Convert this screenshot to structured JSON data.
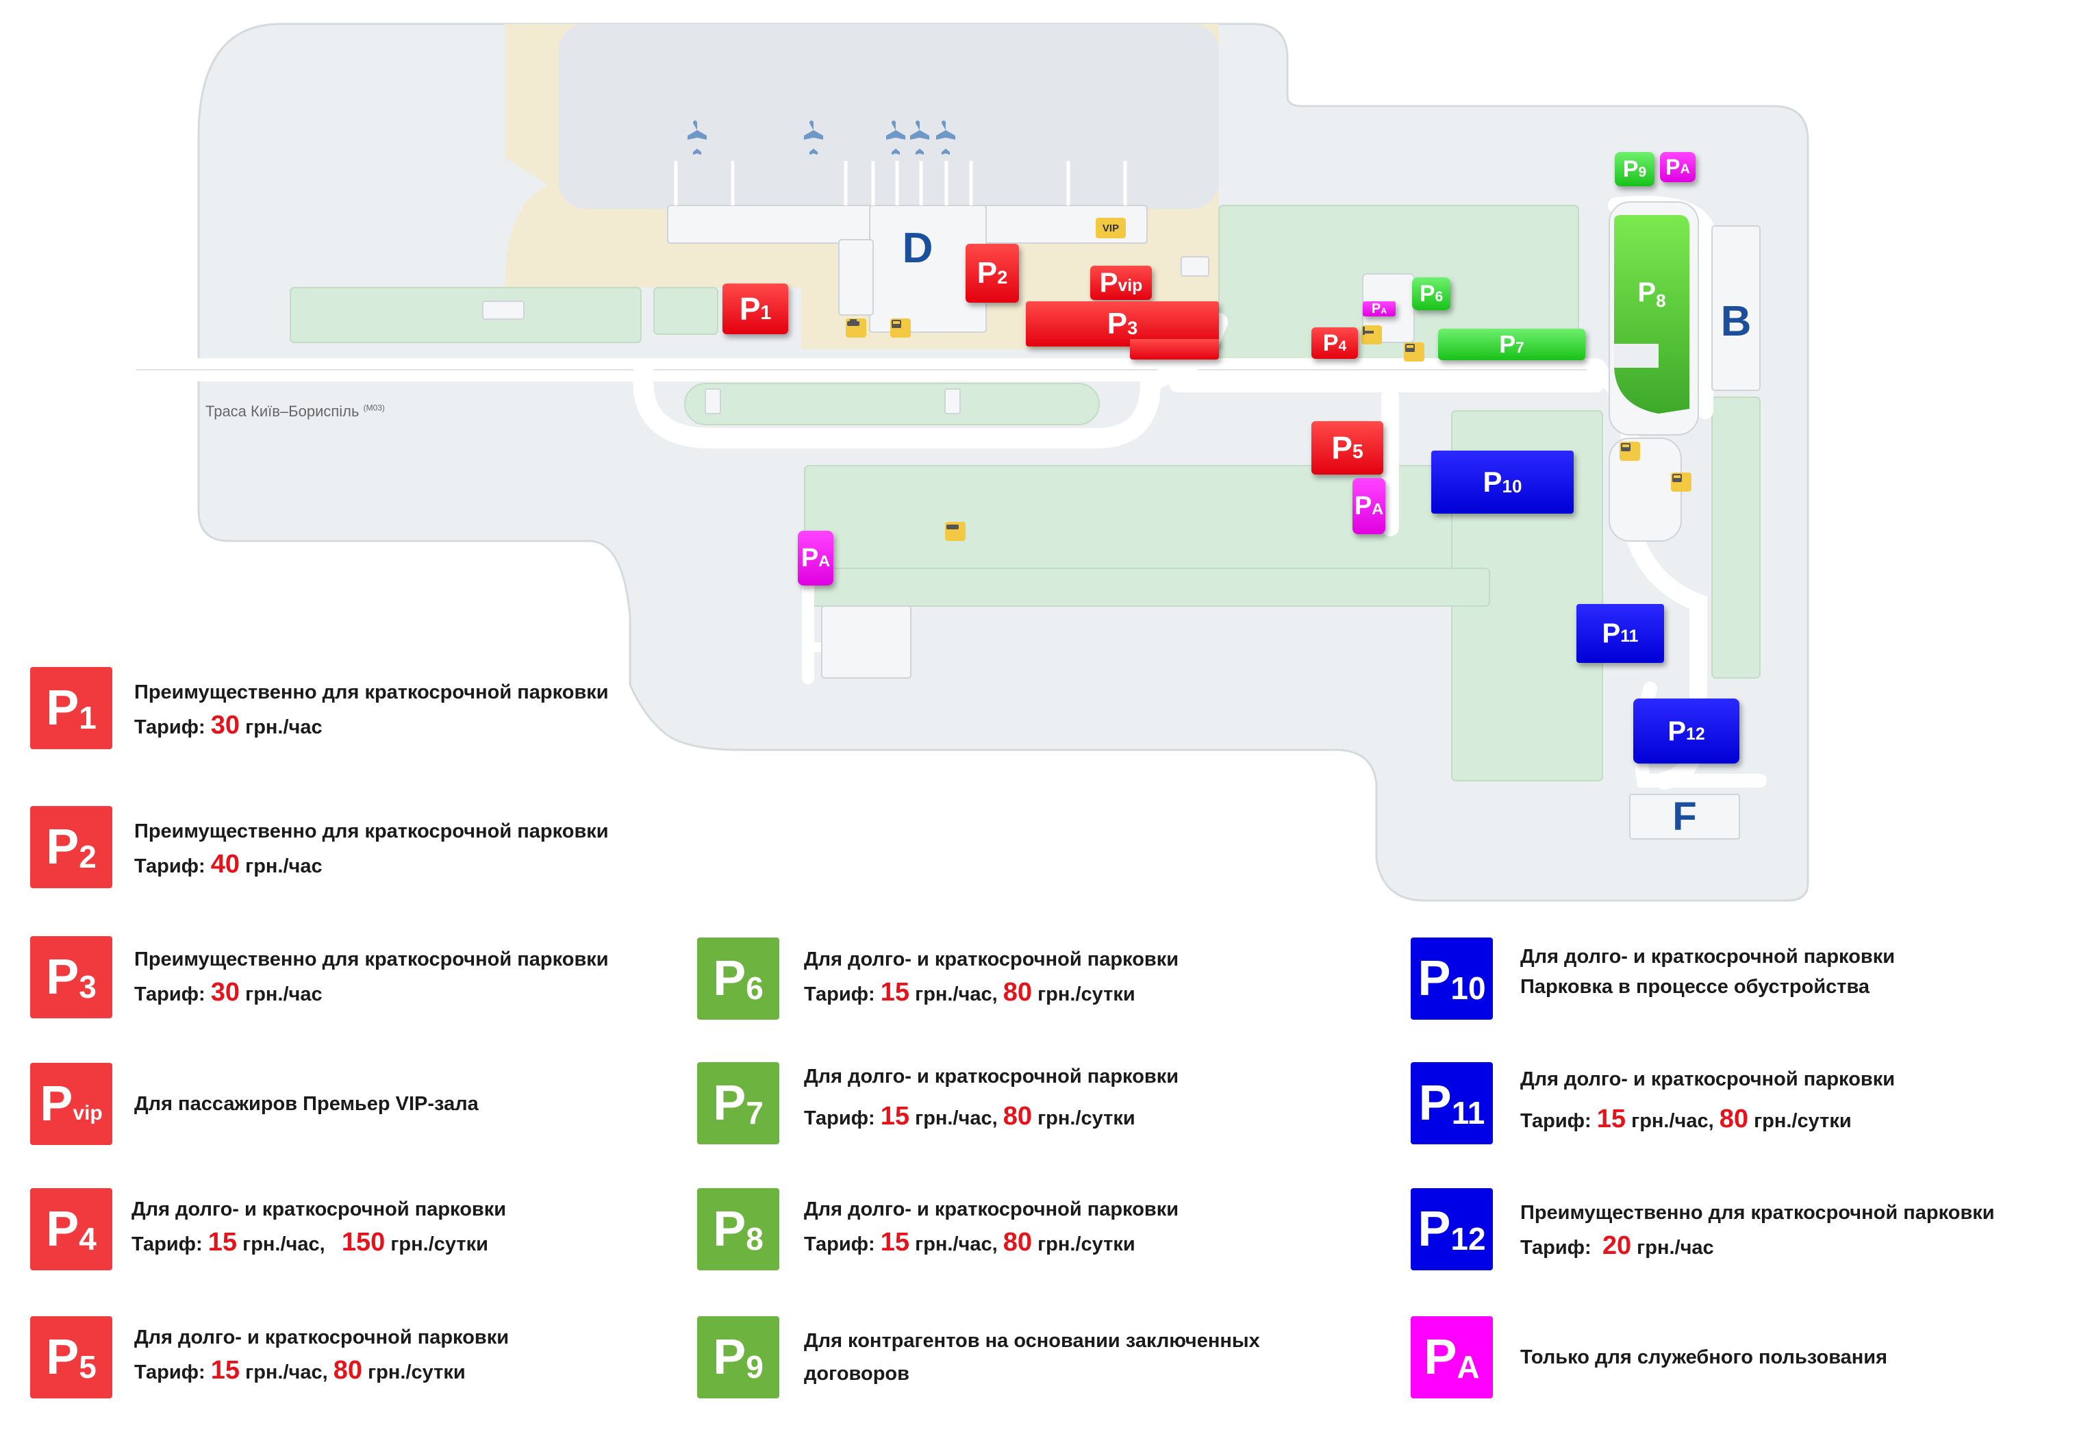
{
  "map": {
    "terminal_d": "D",
    "terminal_b": "B",
    "terminal_f": "F",
    "vip_badge": "VIP",
    "road_label": "Траса Київ–Бориспіль",
    "road_code": "(М03)",
    "colors": {
      "ground": "#eceff1",
      "apron": "#f3ead2",
      "green_area": "#d6ebd9",
      "road": "#ffffff",
      "building": "#f5f6f8",
      "terminal_text": "#1b4f9c"
    },
    "parking_labels": {
      "p1": {
        "p": "P",
        "sub": "1"
      },
      "p2": {
        "p": "P",
        "sub": "2"
      },
      "pvip": {
        "p": "P",
        "sub": "vip"
      },
      "p3": {
        "p": "P",
        "sub": "3"
      },
      "p4": {
        "p": "P",
        "sub": "4"
      },
      "pa_small": {
        "p": "P",
        "sub": "A"
      },
      "p6": {
        "p": "P",
        "sub": "6"
      },
      "p7": {
        "p": "P",
        "sub": "7"
      },
      "p9": {
        "p": "P",
        "sub": "9"
      },
      "pa_top": {
        "p": "P",
        "sub": "A"
      },
      "p8": {
        "p": "P",
        "sub": "8"
      },
      "p5": {
        "p": "P",
        "sub": "5"
      },
      "pa_mid": {
        "p": "P",
        "sub": "A"
      },
      "p10": {
        "p": "P",
        "sub": "10"
      },
      "pa_left": {
        "p": "P",
        "sub": "A"
      },
      "p11": {
        "p": "P",
        "sub": "11"
      },
      "p12": {
        "p": "P",
        "sub": "12"
      }
    }
  },
  "legend": {
    "colors": {
      "short_term": "#f03a3e",
      "long_short": "#6db33f",
      "long_short_blue": "#0000e6",
      "service": "#ff00ff",
      "price": "#e3141b"
    },
    "items": {
      "p1": {
        "p": "P",
        "sub": "1",
        "line1": "Преимущественно для краткосрочной парковки",
        "tariff_label": "Тариф:",
        "price1": "30",
        "unit1": "грн./час"
      },
      "p2": {
        "p": "P",
        "sub": "2",
        "line1": "Преимущественно для краткосрочной парковки",
        "tariff_label": "Тариф:",
        "price1": "40",
        "unit1": "грн./час"
      },
      "p3": {
        "p": "P",
        "sub": "3",
        "line1": "Преимущественно для краткосрочной парковки",
        "tariff_label": "Тариф:",
        "price1": "30",
        "unit1": "грн./час"
      },
      "pvip": {
        "p": "P",
        "sub": "vip",
        "line1": "Для пассажиров Премьер VIP-зала"
      },
      "p4": {
        "p": "P",
        "sub": "4",
        "line1": "Для долго- и краткосрочной парковки",
        "tariff_label": "Тариф:",
        "price1": "15",
        "unit1": "грн./час,",
        "price2": "150",
        "unit2": "грн./сутки"
      },
      "p5": {
        "p": "P",
        "sub": "5",
        "line1": "Для долго- и краткосрочной парковки",
        "tariff_label": "Тариф:",
        "price1": "15",
        "unit1": "грн./час,",
        "price2": "80",
        "unit2": "грн./сутки"
      },
      "p6": {
        "p": "P",
        "sub": "6",
        "line1": "Для долго- и краткосрочной парковки",
        "tariff_label": "Тариф:",
        "price1": "15",
        "unit1": "грн./час,",
        "price2": "80",
        "unit2": "грн./сутки"
      },
      "p7": {
        "p": "P",
        "sub": "7",
        "line1": "Для долго- и краткосрочной парковки",
        "tariff_label": "Тариф:",
        "price1": "15",
        "unit1": "грн./час,",
        "price2": "80",
        "unit2": "грн./сутки"
      },
      "p8": {
        "p": "P",
        "sub": "8",
        "line1": "Для долго- и краткосрочной парковки",
        "tariff_label": "Тариф:",
        "price1": "15",
        "unit1": "грн./час,",
        "price2": "80",
        "unit2": "грн./сутки"
      },
      "p9": {
        "p": "P",
        "sub": "9",
        "line1": "Для контрагентов на основании заключенных",
        "line2": "договоров"
      },
      "p10": {
        "p": "P",
        "sub": "10",
        "line1": "Для долго- и краткосрочной парковки",
        "line2": "Парковка в процессе обустройства"
      },
      "p11": {
        "p": "P",
        "sub": "11",
        "line1": "Для долго- и краткосрочной парковки",
        "tariff_label": "Тариф:",
        "price1": "15",
        "unit1": "грн./час,",
        "price2": "80",
        "unit2": "грн./сутки"
      },
      "p12": {
        "p": "P",
        "sub": "12",
        "line1": "Преимущественно для краткосрочной парковки",
        "tariff_label": "Тариф:",
        "price1": "20",
        "unit1": "грн./час"
      },
      "pa": {
        "p": "P",
        "sub": "A",
        "line1": "Только для служебного пользования"
      }
    }
  }
}
